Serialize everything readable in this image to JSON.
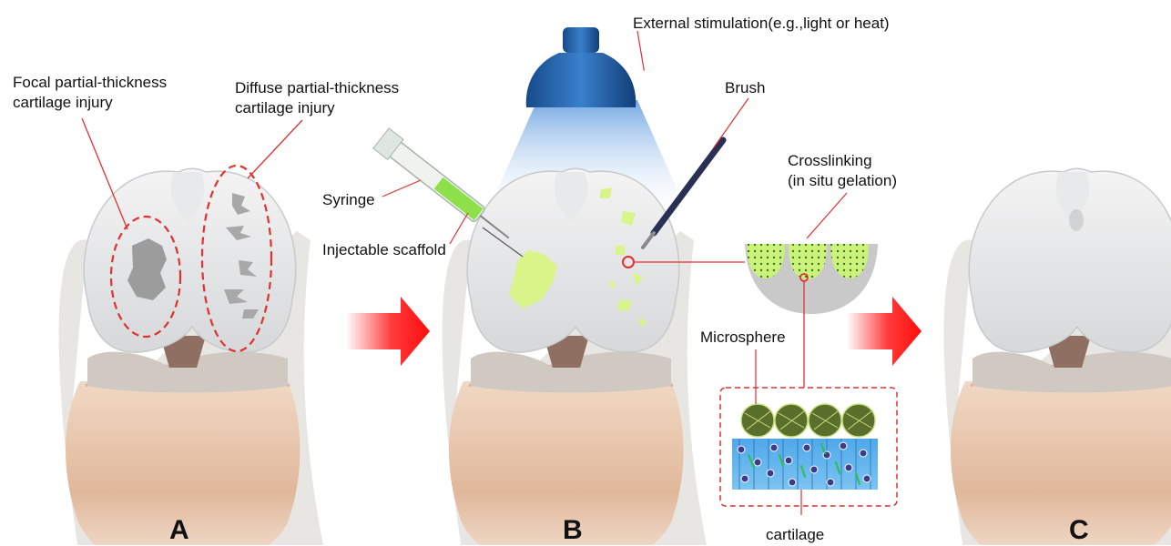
{
  "labels": {
    "focal_injury": "Focal partial-thickness\ncartilage injury",
    "diffuse_injury": "Diffuse partial-thickness\ncartilage injury",
    "external_stimulation": "External stimulation(e.g.,light or heat)",
    "brush": "Brush",
    "syringe": "Syringe",
    "injectable_scaffold": "Injectable scaffold",
    "crosslinking": "Crosslinking\n(in situ gelation)",
    "microsphere": "Microsphere",
    "cartilage": "cartilage"
  },
  "panels": {
    "a": "A",
    "b": "B",
    "c": "C"
  },
  "colors": {
    "cartilage_surface": "#dcdedf",
    "bone": "#e6c2a6",
    "defect": "#9c9c9c",
    "scaffold_gel": "#d9f58a",
    "dashed_outline": "#e03030",
    "leader_line": "#e03030",
    "arrow": "#ff1a1a",
    "lamp": "#1f5fa8",
    "light_beam": "#5aa0e6",
    "cartilage_matrix": "#5aaee8",
    "microsphere": "#5a6e2e",
    "cell": "#3c3c8c"
  }
}
